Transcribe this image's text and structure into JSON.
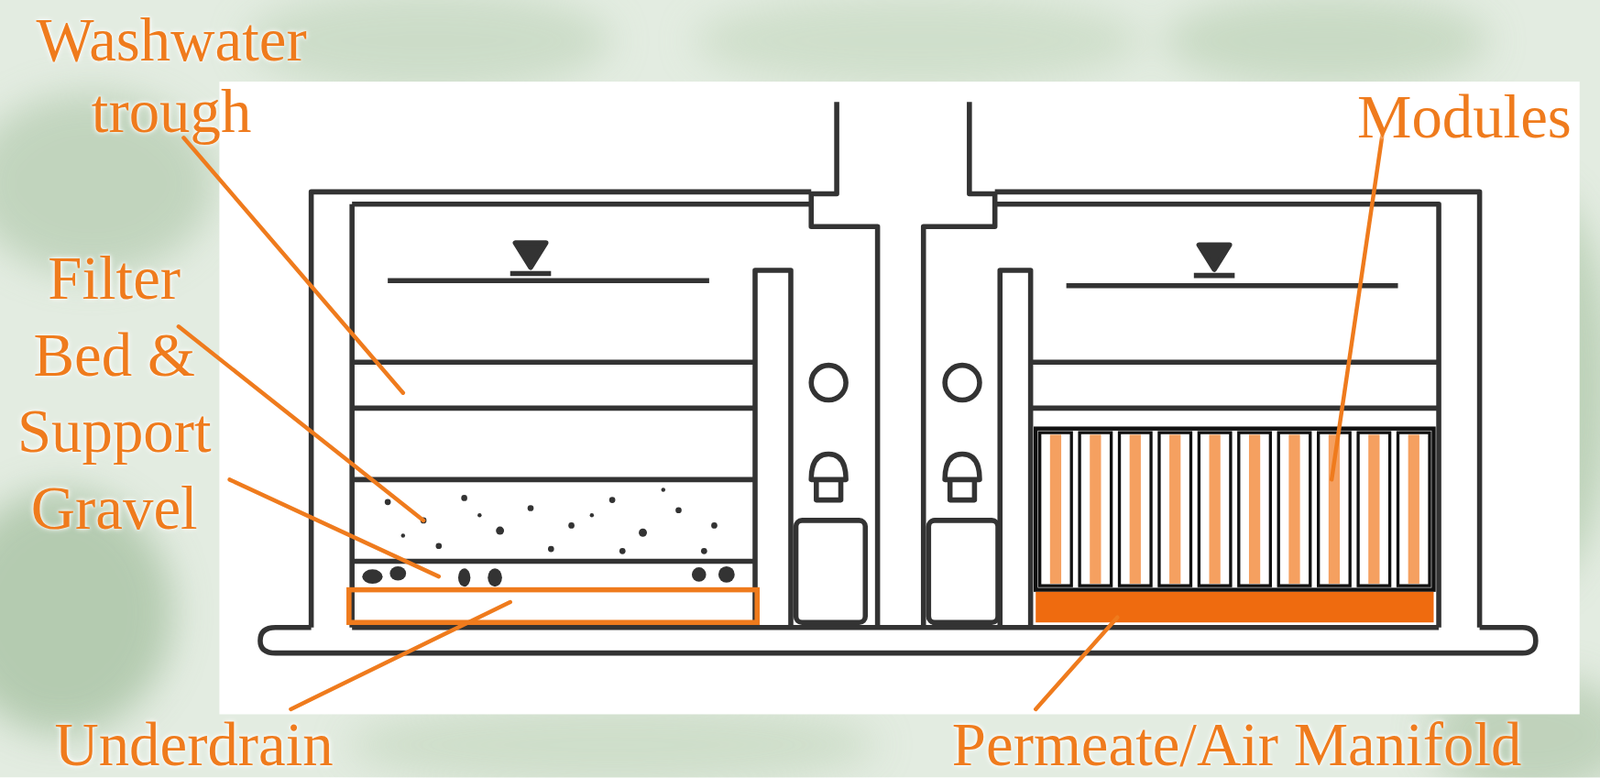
{
  "diagram": {
    "labels": [
      "Washwater trough",
      "Filter Bed & Support Gravel",
      "Underdrain",
      "Modules",
      "Permeate/Air Manifold"
    ]
  }
}
